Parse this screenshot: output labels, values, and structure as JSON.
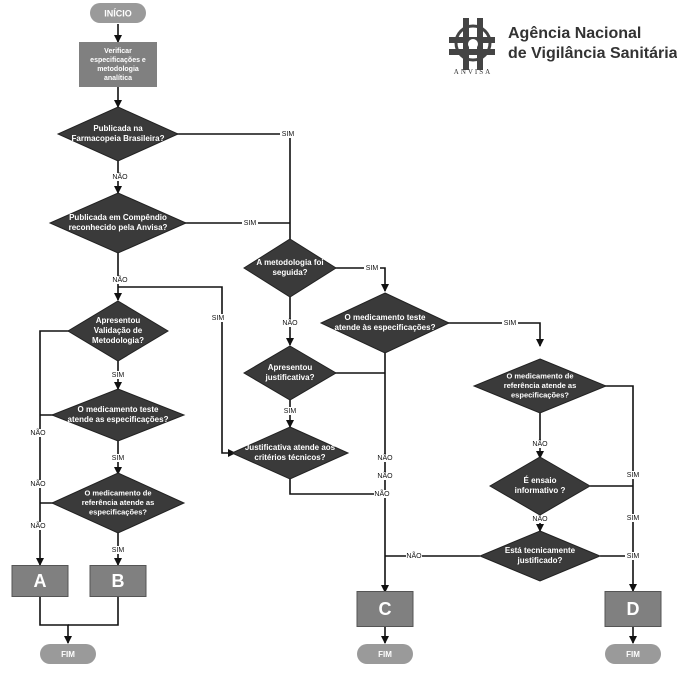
{
  "logo": {
    "name_line1": "Agência Nacional",
    "name_line2": "de Vigilância Sanitária",
    "acronym": "ANVISA",
    "icon": "anvisa-cross-icon"
  },
  "colors": {
    "node_fill": "#3a3a3a",
    "process_fill": "#808080",
    "terminal_fill": "#9a9a9a",
    "edge": "#111111"
  },
  "nodes": {
    "inicio": "INÍCIO",
    "verificar": [
      "Verificar",
      "especificações e",
      "metodologia",
      "analítica"
    ],
    "d_farmacopeia": [
      "Publicada na",
      "Farmacopeia Brasileira?"
    ],
    "d_compendio": [
      "Publicada em Compêndio",
      "reconhecido pela Anvisa?"
    ],
    "d_metodologia": [
      "A metodologia foi",
      "seguida?"
    ],
    "d_validacao": [
      "Apresentou",
      "Validação de",
      "Metodologia?"
    ],
    "d_teste_mid": [
      "O medicamento teste",
      "atende às especificações?"
    ],
    "d_apresentou_just": [
      "Apresentou",
      "justificativa?"
    ],
    "d_teste_left": [
      "O medicamento teste",
      "atende as especificações?"
    ],
    "d_ref_right": [
      "O medicamento de",
      "referência atende as",
      "especificações?"
    ],
    "d_just_tec": [
      "Justificativa atende aos",
      "critérios técnicos?"
    ],
    "d_ref_left": [
      "O medicamento de",
      "referência atende as",
      "especificações?"
    ],
    "d_ensaio": [
      "É ensaio",
      "informativo ?"
    ],
    "d_tecnicamente": [
      "Está tecnicamente",
      "justificado?"
    ],
    "box_a": "A",
    "box_b": "B",
    "box_c": "C",
    "box_d": "D",
    "fim_left": "FIM",
    "fim_mid": "FIM",
    "fim_right": "FIM"
  },
  "edge_labels": {
    "sim": "SIM",
    "nao": "NÃO"
  }
}
